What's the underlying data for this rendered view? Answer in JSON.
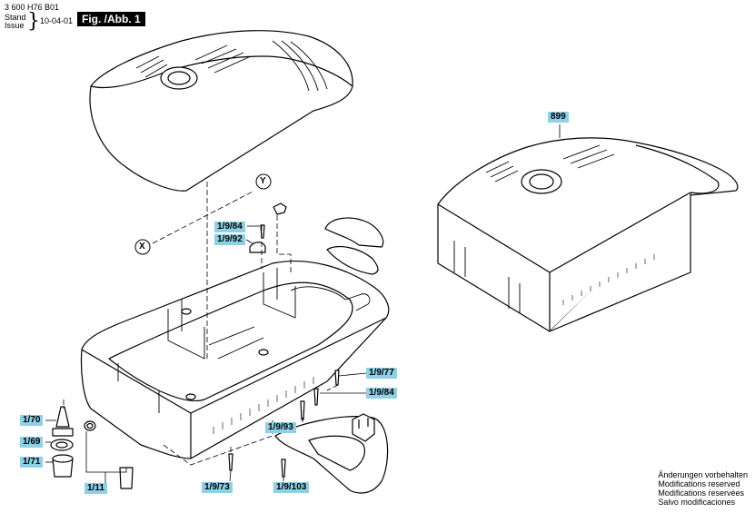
{
  "header": {
    "drawing_number": "3 600 H76 B01",
    "stand_label": "Stand",
    "issue_label": "Issue",
    "date": "10-04-01",
    "figure": "Fig. /Abb. 1"
  },
  "axes": {
    "x_label": "X",
    "y_label": "Y"
  },
  "callouts": {
    "c899": "899",
    "c1_9_84a": "1/9/84",
    "c1_9_92": "1/9/92",
    "c1_9_77": "1/9/77",
    "c1_9_84b": "1/9/84",
    "c1_9_93": "1/9/93",
    "c1_9_73": "1/9/73",
    "c1_9_103": "1/9/103",
    "c1_70": "1/70",
    "c1_69": "1/69",
    "c1_71": "1/71",
    "c1_11": "1/11"
  },
  "footnote": [
    "Änderungen vorbehalten",
    "Modifications reserved",
    "Modifications reservées",
    "Salvo modificaciones"
  ],
  "colors": {
    "callout_fill": "#8fd0e6",
    "line": "#000000"
  }
}
